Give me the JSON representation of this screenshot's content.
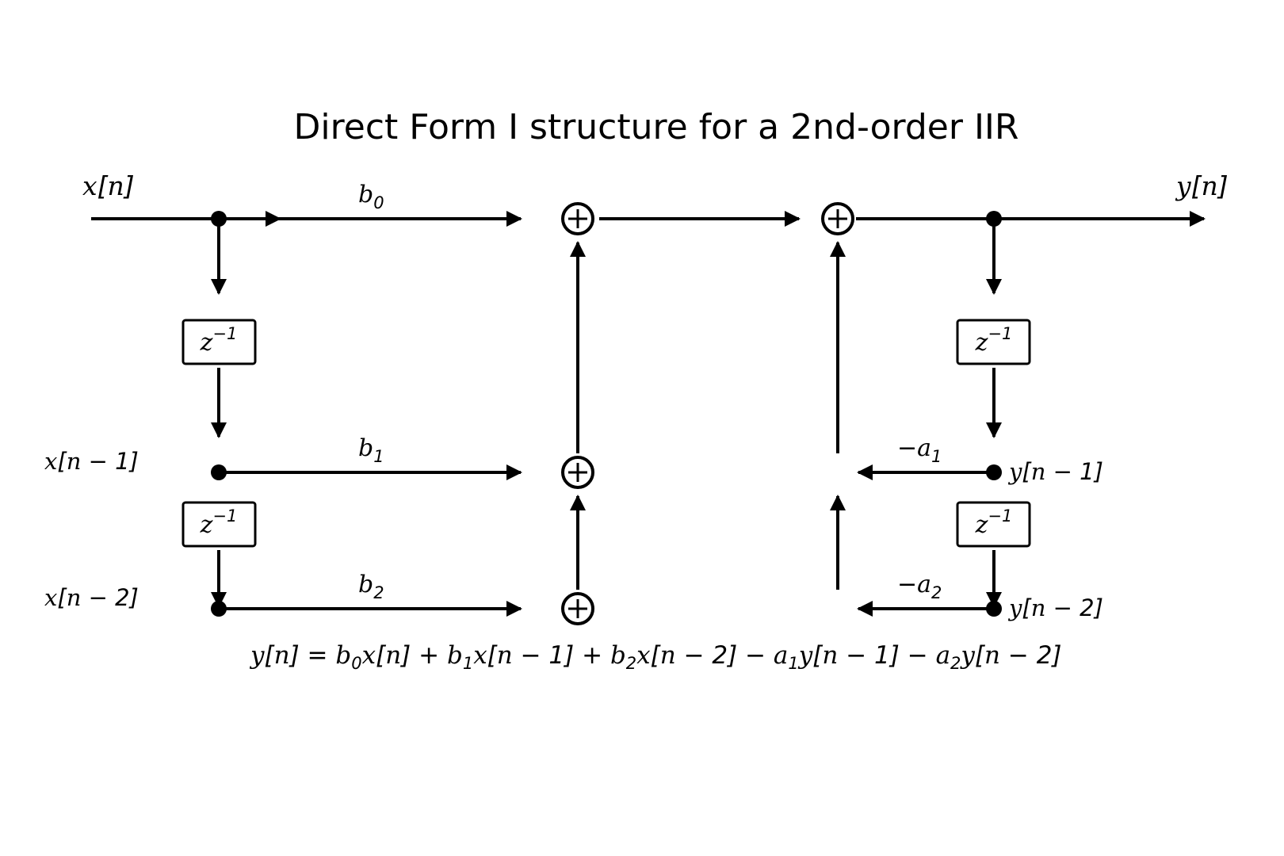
{
  "title": "Direct Form I structure for a 2nd-order IIR",
  "signals": {
    "input": "x[n]",
    "output": "y[n]",
    "x_delay1": "x[n − 1]",
    "x_delay2": "x[n − 2]",
    "y_delay1": "y[n − 1]",
    "y_delay2": "y[n − 2]"
  },
  "coefficients": {
    "b0": "b0",
    "b1": "b1",
    "b2": "b2",
    "neg_a1": "−a1",
    "neg_a2": "−a2"
  },
  "delay_block": "z−1",
  "adder_symbol": "+",
  "equation": "y[n] = b0x[n] + b1x[n − 1] + b2x[n − 2] − a1y[n − 1] − a2y[n − 2]",
  "colors": {
    "ink": "#000000",
    "background": "#ffffff"
  }
}
